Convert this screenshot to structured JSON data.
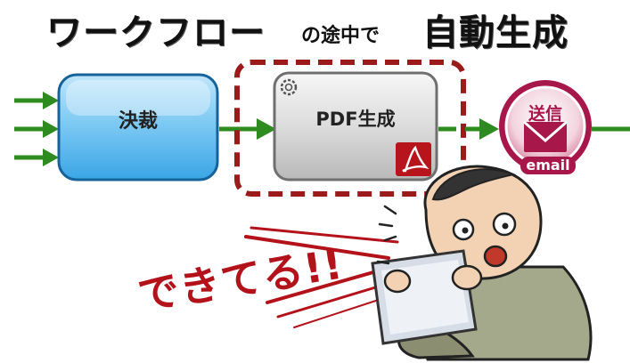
{
  "headline": {
    "part1": "ワークフロー",
    "part2": "の途中で",
    "part3": "自動生成"
  },
  "workflow": {
    "approval_label": "決裁",
    "pdf_label": "PDF生成",
    "send_label": "送信",
    "send_sublabel": "email"
  },
  "exclamation": "できてる!!",
  "colors": {
    "arrow_green": "#2e8b1f",
    "approval_blue": "#6cc0f0",
    "dashed_red": "#9b1b1b",
    "pdf_red": "#b8141c",
    "send_pink": "#a8174a"
  }
}
